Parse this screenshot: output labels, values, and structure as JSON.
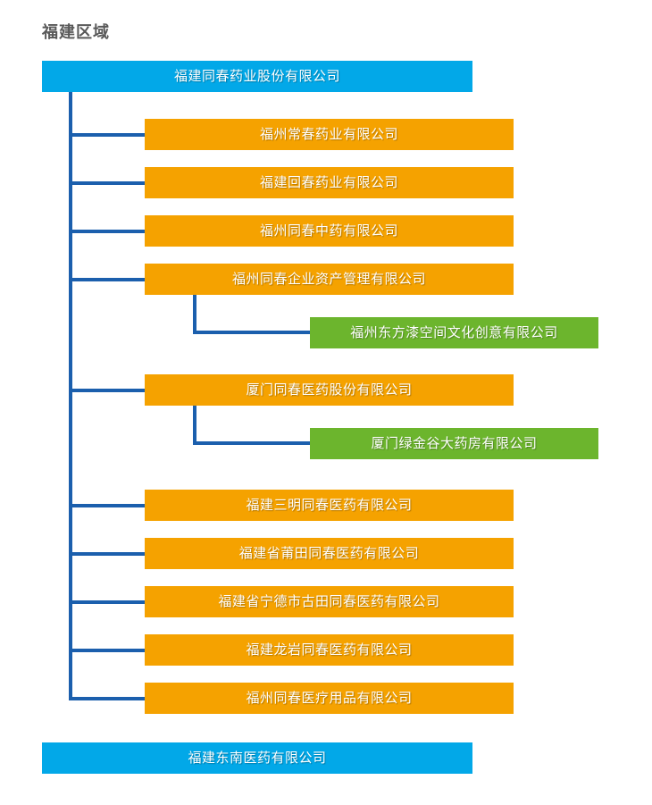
{
  "title": "福建区域",
  "colors": {
    "root": "#02a8e8",
    "child": "#f5a200",
    "grandchild": "#6cb52d",
    "connector": "#1b5fad",
    "title_text": "#595959",
    "node_text": "#ffffff",
    "background": "#ffffff"
  },
  "nodes": {
    "root": {
      "label": "福建同春药业股份有限公司"
    },
    "children": [
      {
        "label": "福州常春药业有限公司"
      },
      {
        "label": "福建回春药业有限公司"
      },
      {
        "label": "福州同春中药有限公司"
      },
      {
        "label": "福州同春企业资产管理有限公司"
      },
      {
        "label": "厦门同春医药股份有限公司"
      },
      {
        "label": "福建三明同春医药有限公司"
      },
      {
        "label": "福建省莆田同春医药有限公司"
      },
      {
        "label": "福建省宁德市古田同春医药有限公司"
      },
      {
        "label": "福建龙岩同春医药有限公司"
      },
      {
        "label": "福州同春医疗用品有限公司"
      }
    ],
    "grandchildren": [
      {
        "label": "福州东方漆空间文化创意有限公司"
      },
      {
        "label": "厦门绿金谷大药房有限公司"
      }
    ],
    "sibling": {
      "label": "福建东南医药有限公司"
    }
  }
}
